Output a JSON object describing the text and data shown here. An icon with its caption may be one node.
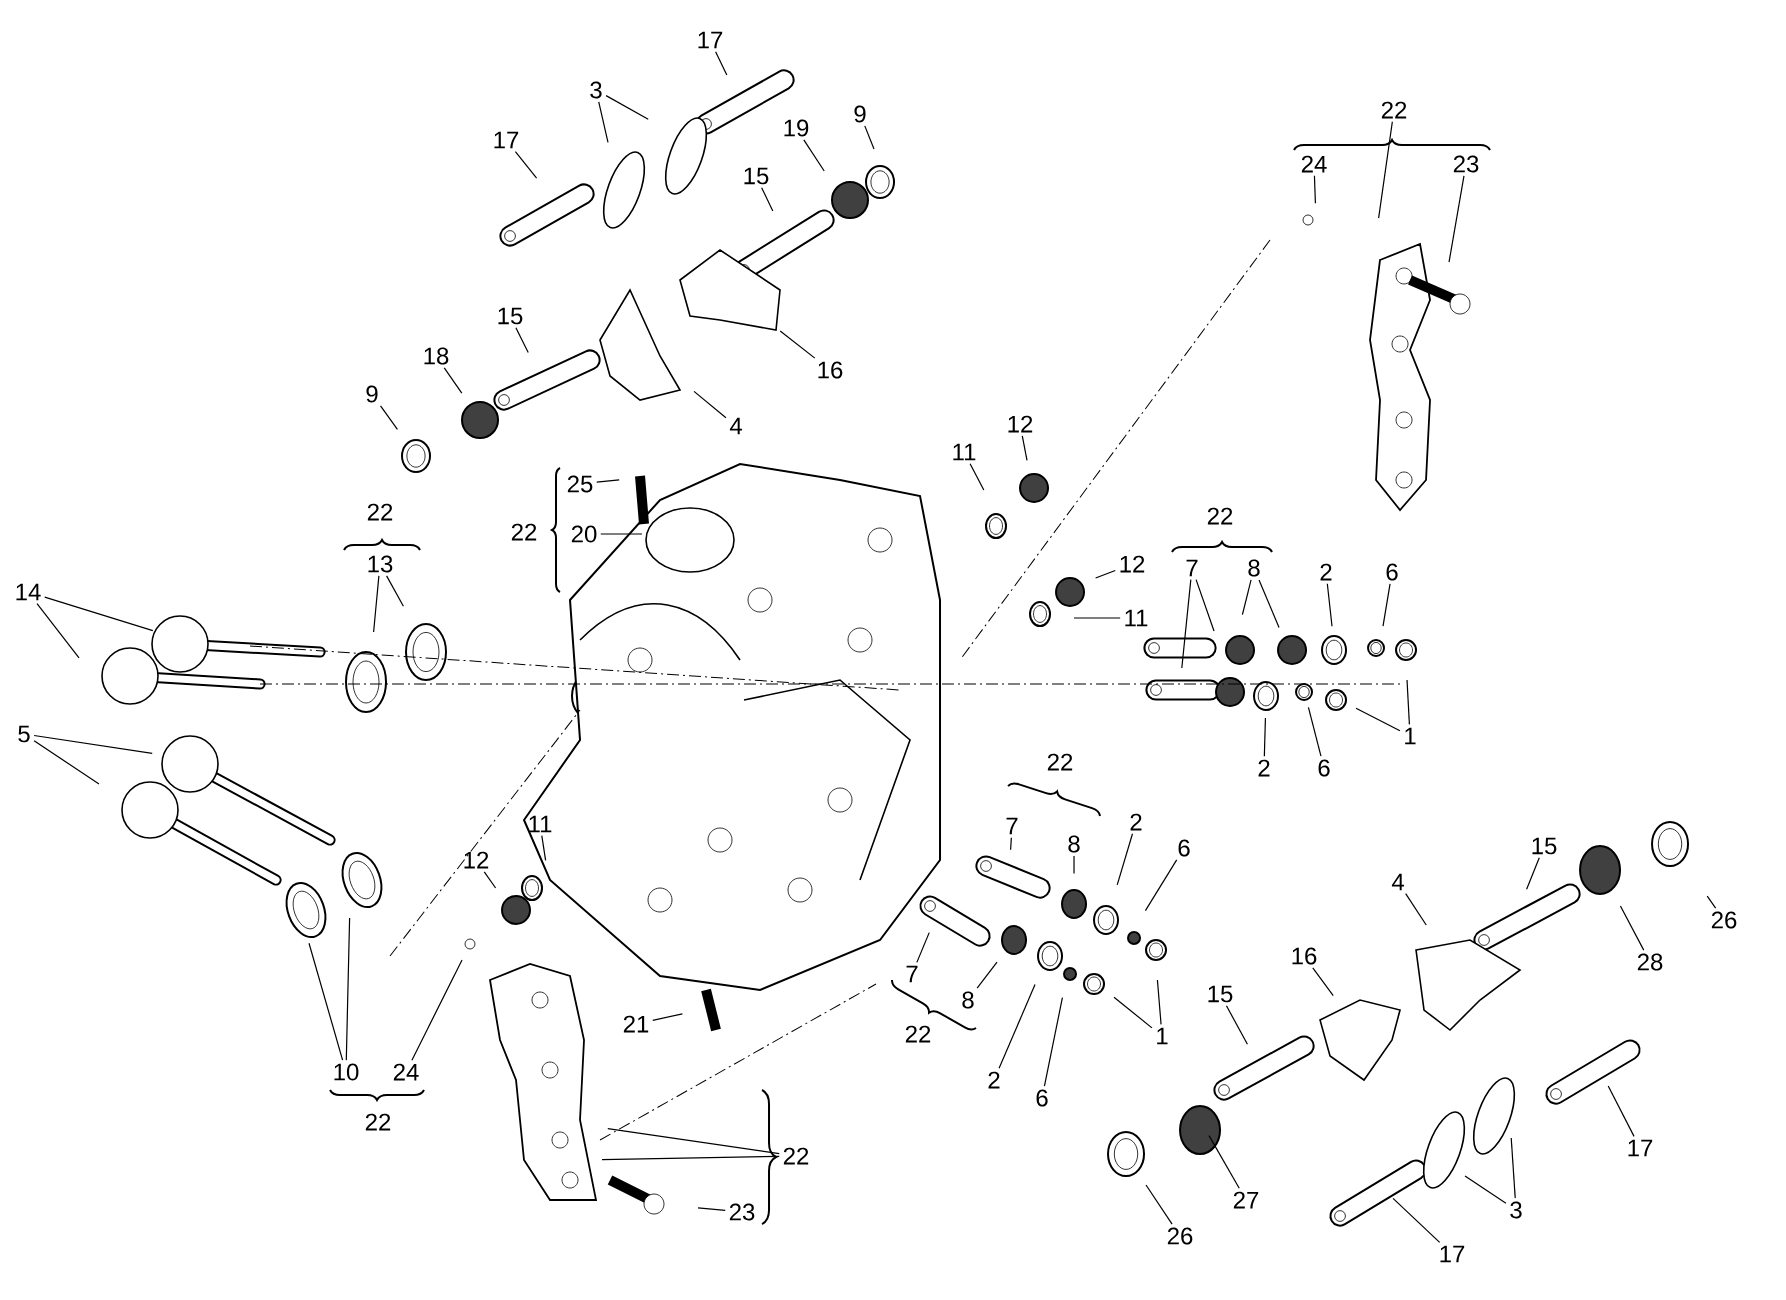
{
  "diagram": {
    "nodes": [
      {
        "text": [
          "17"
        ]
      },
      {
        "text": [
          "3"
        ]
      },
      {
        "text": [
          "17"
        ]
      },
      {
        "text": [
          "9"
        ]
      },
      {
        "text": [
          "19"
        ]
      },
      {
        "text": [
          "15"
        ]
      },
      {
        "text": [
          "15"
        ]
      },
      {
        "text": [
          "16"
        ]
      },
      {
        "text": [
          "18"
        ]
      },
      {
        "text": [
          "9"
        ]
      },
      {
        "text": [
          "4"
        ]
      },
      {
        "text": [
          "22"
        ]
      },
      {
        "text": [
          "24"
        ]
      },
      {
        "text": [
          "23"
        ]
      },
      {
        "text": [
          "25"
        ]
      },
      {
        "text": [
          "20"
        ]
      },
      {
        "text": [
          "11"
        ]
      },
      {
        "text": [
          "12"
        ]
      },
      {
        "text": [
          "13"
        ]
      },
      {
        "text": [
          "14"
        ]
      },
      {
        "text": [
          "12"
        ]
      },
      {
        "text": [
          "11"
        ]
      },
      {
        "text": [
          "7"
        ]
      },
      {
        "text": [
          "8"
        ]
      },
      {
        "text": [
          "2"
        ]
      },
      {
        "text": [
          "6"
        ]
      },
      {
        "text": [
          "1"
        ]
      },
      {
        "text": [
          "6"
        ]
      },
      {
        "text": [
          "2"
        ]
      },
      {
        "text": [
          "5"
        ]
      },
      {
        "text": [
          "7"
        ]
      },
      {
        "text": [
          "8"
        ]
      },
      {
        "text": [
          "2"
        ]
      },
      {
        "text": [
          "6"
        ]
      },
      {
        "text": [
          "11"
        ]
      },
      {
        "text": [
          "12"
        ]
      },
      {
        "text": [
          "15"
        ]
      },
      {
        "text": [
          "4"
        ]
      },
      {
        "text": [
          "28"
        ]
      },
      {
        "text": [
          "26"
        ]
      },
      {
        "text": [
          "21"
        ]
      },
      {
        "text": [
          "10"
        ]
      },
      {
        "text": [
          "24"
        ]
      },
      {
        "text": [
          "7"
        ]
      },
      {
        "text": [
          "8"
        ]
      },
      {
        "text": [
          "2"
        ]
      },
      {
        "text": [
          "6"
        ]
      },
      {
        "text": [
          "1"
        ]
      },
      {
        "text": [
          "15"
        ]
      },
      {
        "text": [
          "16"
        ]
      },
      {
        "text": [
          "22"
        ]
      },
      {
        "text": [
          "23"
        ]
      },
      {
        "text": [
          "26"
        ]
      },
      {
        "text": [
          "27"
        ]
      },
      {
        "text": [
          "17"
        ]
      },
      {
        "text": [
          "3"
        ]
      },
      {
        "text": [
          "17"
        ]
      }
    ],
    "edges": [
      {
        "from": 0,
        "to": null,
        "arrow": "none"
      },
      {
        "from": 1,
        "to": null,
        "arrow": "none"
      },
      {
        "from": 1,
        "to": null,
        "arrow": "none"
      },
      {
        "from": 2,
        "to": null,
        "arrow": "none"
      },
      {
        "from": 3,
        "to": null,
        "arrow": "none"
      },
      {
        "from": 4,
        "to": null,
        "arrow": "none"
      },
      {
        "from": 5,
        "to": null,
        "arrow": "none"
      },
      {
        "from": 6,
        "to": null,
        "arrow": "none"
      },
      {
        "from": 7,
        "to": null,
        "arrow": "none"
      },
      {
        "from": 8,
        "to": null,
        "arrow": "none"
      },
      {
        "from": 9,
        "to": null,
        "arrow": "none"
      },
      {
        "from": 10,
        "to": null,
        "arrow": "none"
      },
      {
        "from": 11,
        "to": null,
        "arrow": "none"
      },
      {
        "from": 12,
        "to": null,
        "arrow": "none"
      },
      {
        "from": 13,
        "to": null,
        "arrow": "none"
      },
      {
        "from": 14,
        "to": null,
        "arrow": "none"
      },
      {
        "from": 15,
        "to": null,
        "arrow": "none"
      },
      {
        "from": 16,
        "to": null,
        "arrow": "none"
      },
      {
        "from": 17,
        "to": null,
        "arrow": "none"
      },
      {
        "from": 18,
        "to": null,
        "arrow": "none"
      },
      {
        "from": 18,
        "to": null,
        "arrow": "none"
      },
      {
        "from": 19,
        "to": null,
        "arrow": "none"
      },
      {
        "from": 19,
        "to": null,
        "arrow": "none"
      },
      {
        "from": 20,
        "to": null,
        "arrow": "none"
      },
      {
        "from": 21,
        "to": null,
        "arrow": "none"
      },
      {
        "from": 22,
        "to": null,
        "arrow": "none"
      },
      {
        "from": 22,
        "to": null,
        "arrow": "none"
      },
      {
        "from": 23,
        "to": null,
        "arrow": "none"
      },
      {
        "from": 23,
        "to": null,
        "arrow": "none"
      },
      {
        "from": 24,
        "to": null,
        "arrow": "none"
      },
      {
        "from": 25,
        "to": null,
        "arrow": "none"
      },
      {
        "from": 26,
        "to": null,
        "arrow": "none"
      },
      {
        "from": 26,
        "to": null,
        "arrow": "none"
      },
      {
        "from": 27,
        "to": null,
        "arrow": "none"
      },
      {
        "from": 28,
        "to": null,
        "arrow": "none"
      },
      {
        "from": 29,
        "to": null,
        "arrow": "none"
      },
      {
        "from": 29,
        "to": null,
        "arrow": "none"
      },
      {
        "from": 30,
        "to": null,
        "arrow": "none"
      },
      {
        "from": 31,
        "to": null,
        "arrow": "none"
      },
      {
        "from": 32,
        "to": null,
        "arrow": "none"
      },
      {
        "from": 33,
        "to": null,
        "arrow": "none"
      },
      {
        "from": 34,
        "to": null,
        "arrow": "none"
      },
      {
        "from": 35,
        "to": null,
        "arrow": "none"
      },
      {
        "from": 36,
        "to": null,
        "arrow": "none"
      },
      {
        "from": 37,
        "to": null,
        "arrow": "none"
      },
      {
        "from": 38,
        "to": null,
        "arrow": "none"
      },
      {
        "from": 39,
        "to": null,
        "arrow": "none"
      },
      {
        "from": 40,
        "to": null,
        "arrow": "none"
      },
      {
        "from": 41,
        "to": null,
        "arrow": "none"
      },
      {
        "from": 41,
        "to": null,
        "arrow": "none"
      },
      {
        "from": 42,
        "to": null,
        "arrow": "none"
      },
      {
        "from": 43,
        "to": null,
        "arrow": "none"
      },
      {
        "from": 44,
        "to": null,
        "arrow": "none"
      },
      {
        "from": 45,
        "to": null,
        "arrow": "none"
      },
      {
        "from": 46,
        "to": null,
        "arrow": "none"
      },
      {
        "from": 47,
        "to": null,
        "arrow": "none"
      },
      {
        "from": 47,
        "to": null,
        "arrow": "none"
      },
      {
        "from": 48,
        "to": null,
        "arrow": "none"
      },
      {
        "from": 49,
        "to": null,
        "arrow": "none"
      },
      {
        "from": 50,
        "to": null,
        "arrow": "none"
      },
      {
        "from": 50,
        "to": null,
        "arrow": "none"
      },
      {
        "from": 51,
        "to": null,
        "arrow": "none"
      },
      {
        "from": 52,
        "to": null,
        "arrow": "none"
      },
      {
        "from": 53,
        "to": null,
        "arrow": "none"
      },
      {
        "from": 54,
        "to": null,
        "arrow": "none"
      },
      {
        "from": 55,
        "to": null,
        "arrow": "none"
      },
      {
        "from": 55,
        "to": null,
        "arrow": "none"
      },
      {
        "from": 56,
        "to": null,
        "arrow": "none"
      }
    ],
    "labels": [
      "22",
      "22",
      "22",
      "22",
      "22",
      "22"
    ]
  }
}
